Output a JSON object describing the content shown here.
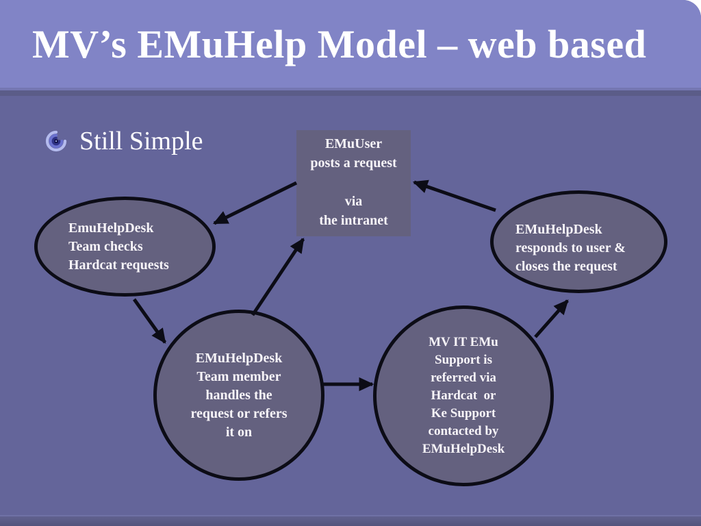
{
  "slide": {
    "title": "MV’s EMuHelp Model – web based",
    "bullet": {
      "label": "Still Simple",
      "icon": "spiral-icon"
    },
    "colors": {
      "header_bg": "#8184C6",
      "body_bg": "#64659A",
      "shape_fill": "#64617F",
      "shape_outline": "#0C0C16",
      "text": "#F7F4F8",
      "band_light": "#7577B2",
      "band_dark": "#5B5C88"
    },
    "nodes": {
      "user": {
        "shape": "rectangle",
        "text": "EMuUser\nposts a request\n\nvia\nthe intranet"
      },
      "checks": {
        "shape": "ellipse",
        "text": "EmuHelpDesk\nTeam checks\nHardcat requests"
      },
      "responds": {
        "shape": "ellipse",
        "text": "EMuHelpDesk\nresponds to user &\ncloses the request"
      },
      "member": {
        "shape": "circle",
        "text": "EMuHelpDesk\nTeam member\nhandles the\nrequest or refers\nit on"
      },
      "mvit": {
        "shape": "circle",
        "text": "MV IT EMu\nSupport is\nreferred via\nHardcat  or\nKe Support\ncontacted by\nEMuHelpDesk"
      }
    },
    "edges": [
      {
        "from": "user",
        "to": "checks"
      },
      {
        "from": "checks",
        "to": "member"
      },
      {
        "from": "member",
        "to": "user"
      },
      {
        "from": "member",
        "to": "mvit"
      },
      {
        "from": "mvit",
        "to": "responds"
      },
      {
        "from": "responds",
        "to": "user"
      }
    ]
  }
}
